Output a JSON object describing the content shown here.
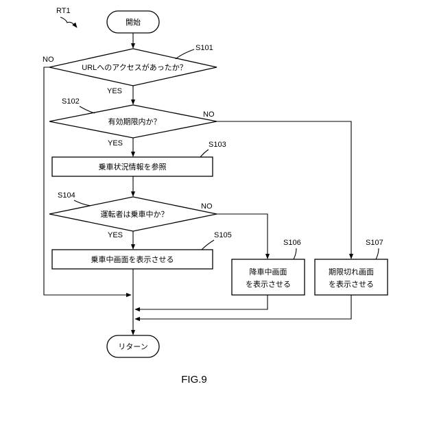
{
  "diagram": {
    "ref": "RT1",
    "figure_caption": "FIG.9",
    "nodes": {
      "start": {
        "label": "開始"
      },
      "s101": {
        "step": "S101",
        "label": "URLへのアクセスがあったか？"
      },
      "s102": {
        "step": "S102",
        "label": "有効期限内か？"
      },
      "s103": {
        "step": "S103",
        "label": "乗車状況情報を参照"
      },
      "s104": {
        "step": "S104",
        "label": "運転者は乗車中か？"
      },
      "s105": {
        "step": "S105",
        "label": "乗車中画面を表示させる"
      },
      "s106": {
        "step": "S106",
        "line1": "降車中画面",
        "line2": "を表示させる"
      },
      "s107": {
        "step": "S107",
        "line1": "期限切れ画面",
        "line2": "を表示させる"
      },
      "end": {
        "label": "リターン"
      }
    },
    "edge_labels": {
      "yes": "YES",
      "no": "NO"
    }
  }
}
